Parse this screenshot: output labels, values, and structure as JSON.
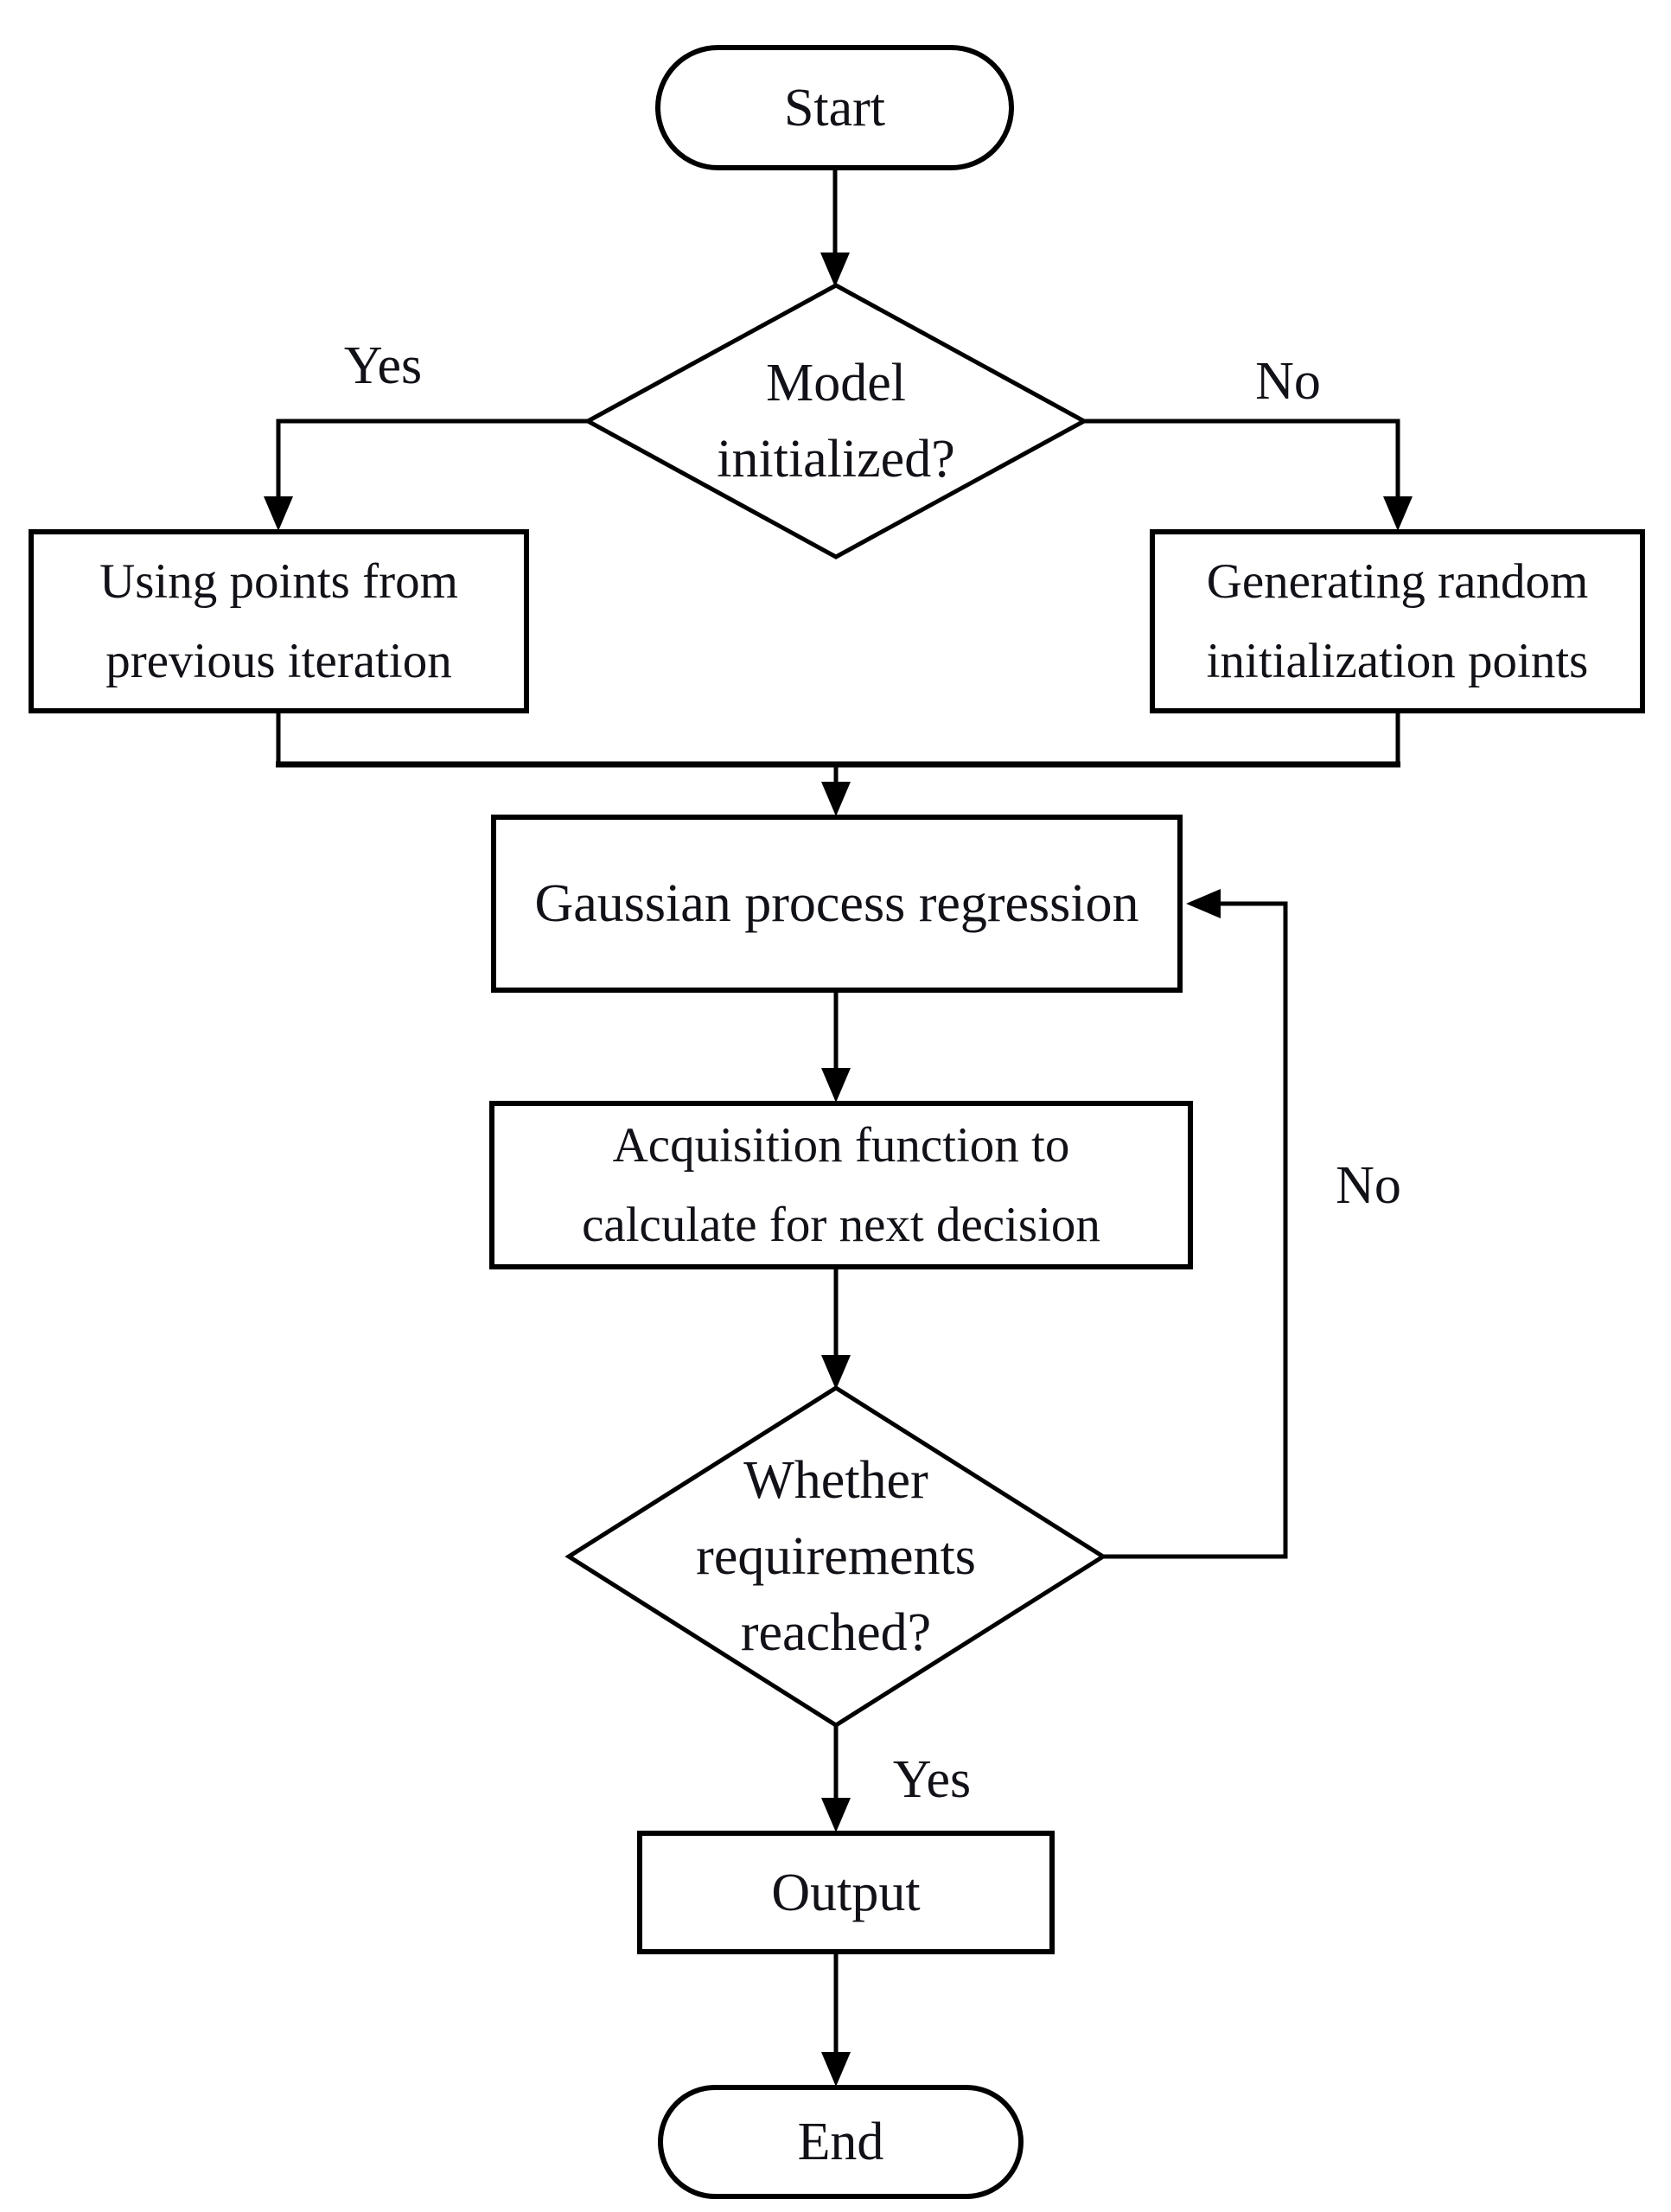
{
  "flowchart": {
    "nodes": {
      "start": {
        "type": "terminator",
        "label": "Start"
      },
      "model_initialized": {
        "type": "decision",
        "lines": [
          "Model",
          "initialized?"
        ]
      },
      "use_previous_points": {
        "type": "process",
        "lines": [
          "Using points from",
          "previous iteration"
        ]
      },
      "generate_random_points": {
        "type": "process",
        "lines": [
          "Generating random",
          "initialization points"
        ]
      },
      "gaussian_process_regression": {
        "type": "process",
        "label": "Gaussian process regression"
      },
      "acquisition_function": {
        "type": "process",
        "lines": [
          "Acquisition function to",
          "calculate for next decision"
        ]
      },
      "requirements_reached": {
        "type": "decision",
        "lines": [
          "Whether",
          "requirements",
          "reached?"
        ]
      },
      "output": {
        "type": "process",
        "label": "Output"
      },
      "end": {
        "type": "terminator",
        "label": "End"
      }
    },
    "edge_labels": {
      "init_yes": "Yes",
      "init_no": "No",
      "loop_no": "No",
      "req_yes": "Yes"
    }
  },
  "colors": {
    "background": "#ffffff",
    "stroke": "#000000",
    "text": "#111118"
  }
}
